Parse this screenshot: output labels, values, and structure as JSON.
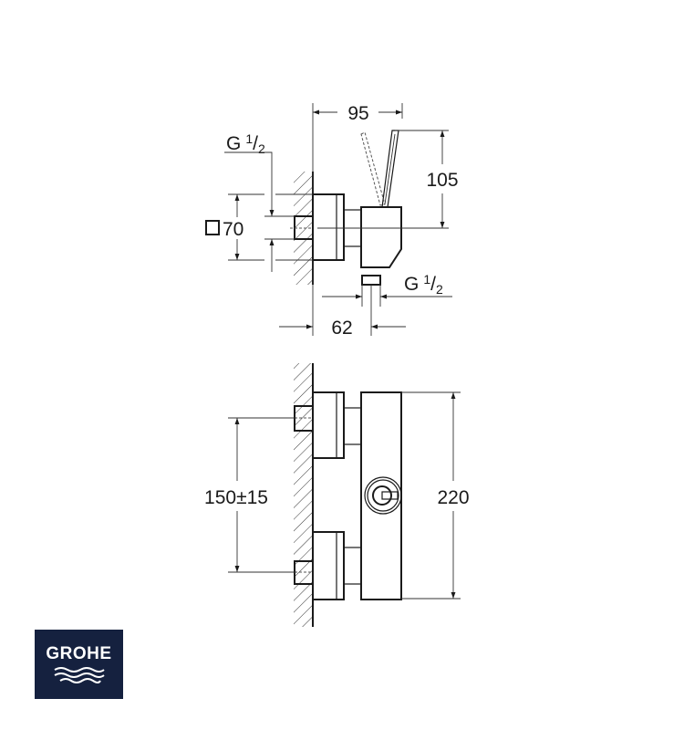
{
  "drawing": {
    "side_view": {
      "width_dim": "95",
      "height_dim": "105",
      "inlet_thread": {
        "letter": "G",
        "num": "1",
        "den": "2"
      },
      "outlet_thread": {
        "letter": "G",
        "num": "1",
        "den": "2"
      },
      "flange_size": "70",
      "outlet_offset_dim": "62"
    },
    "front_view": {
      "inlet_spacing_dim": "150±15",
      "height_dim": "220"
    }
  },
  "logo": {
    "text": "GROHE",
    "bg_color": "#15213f"
  }
}
